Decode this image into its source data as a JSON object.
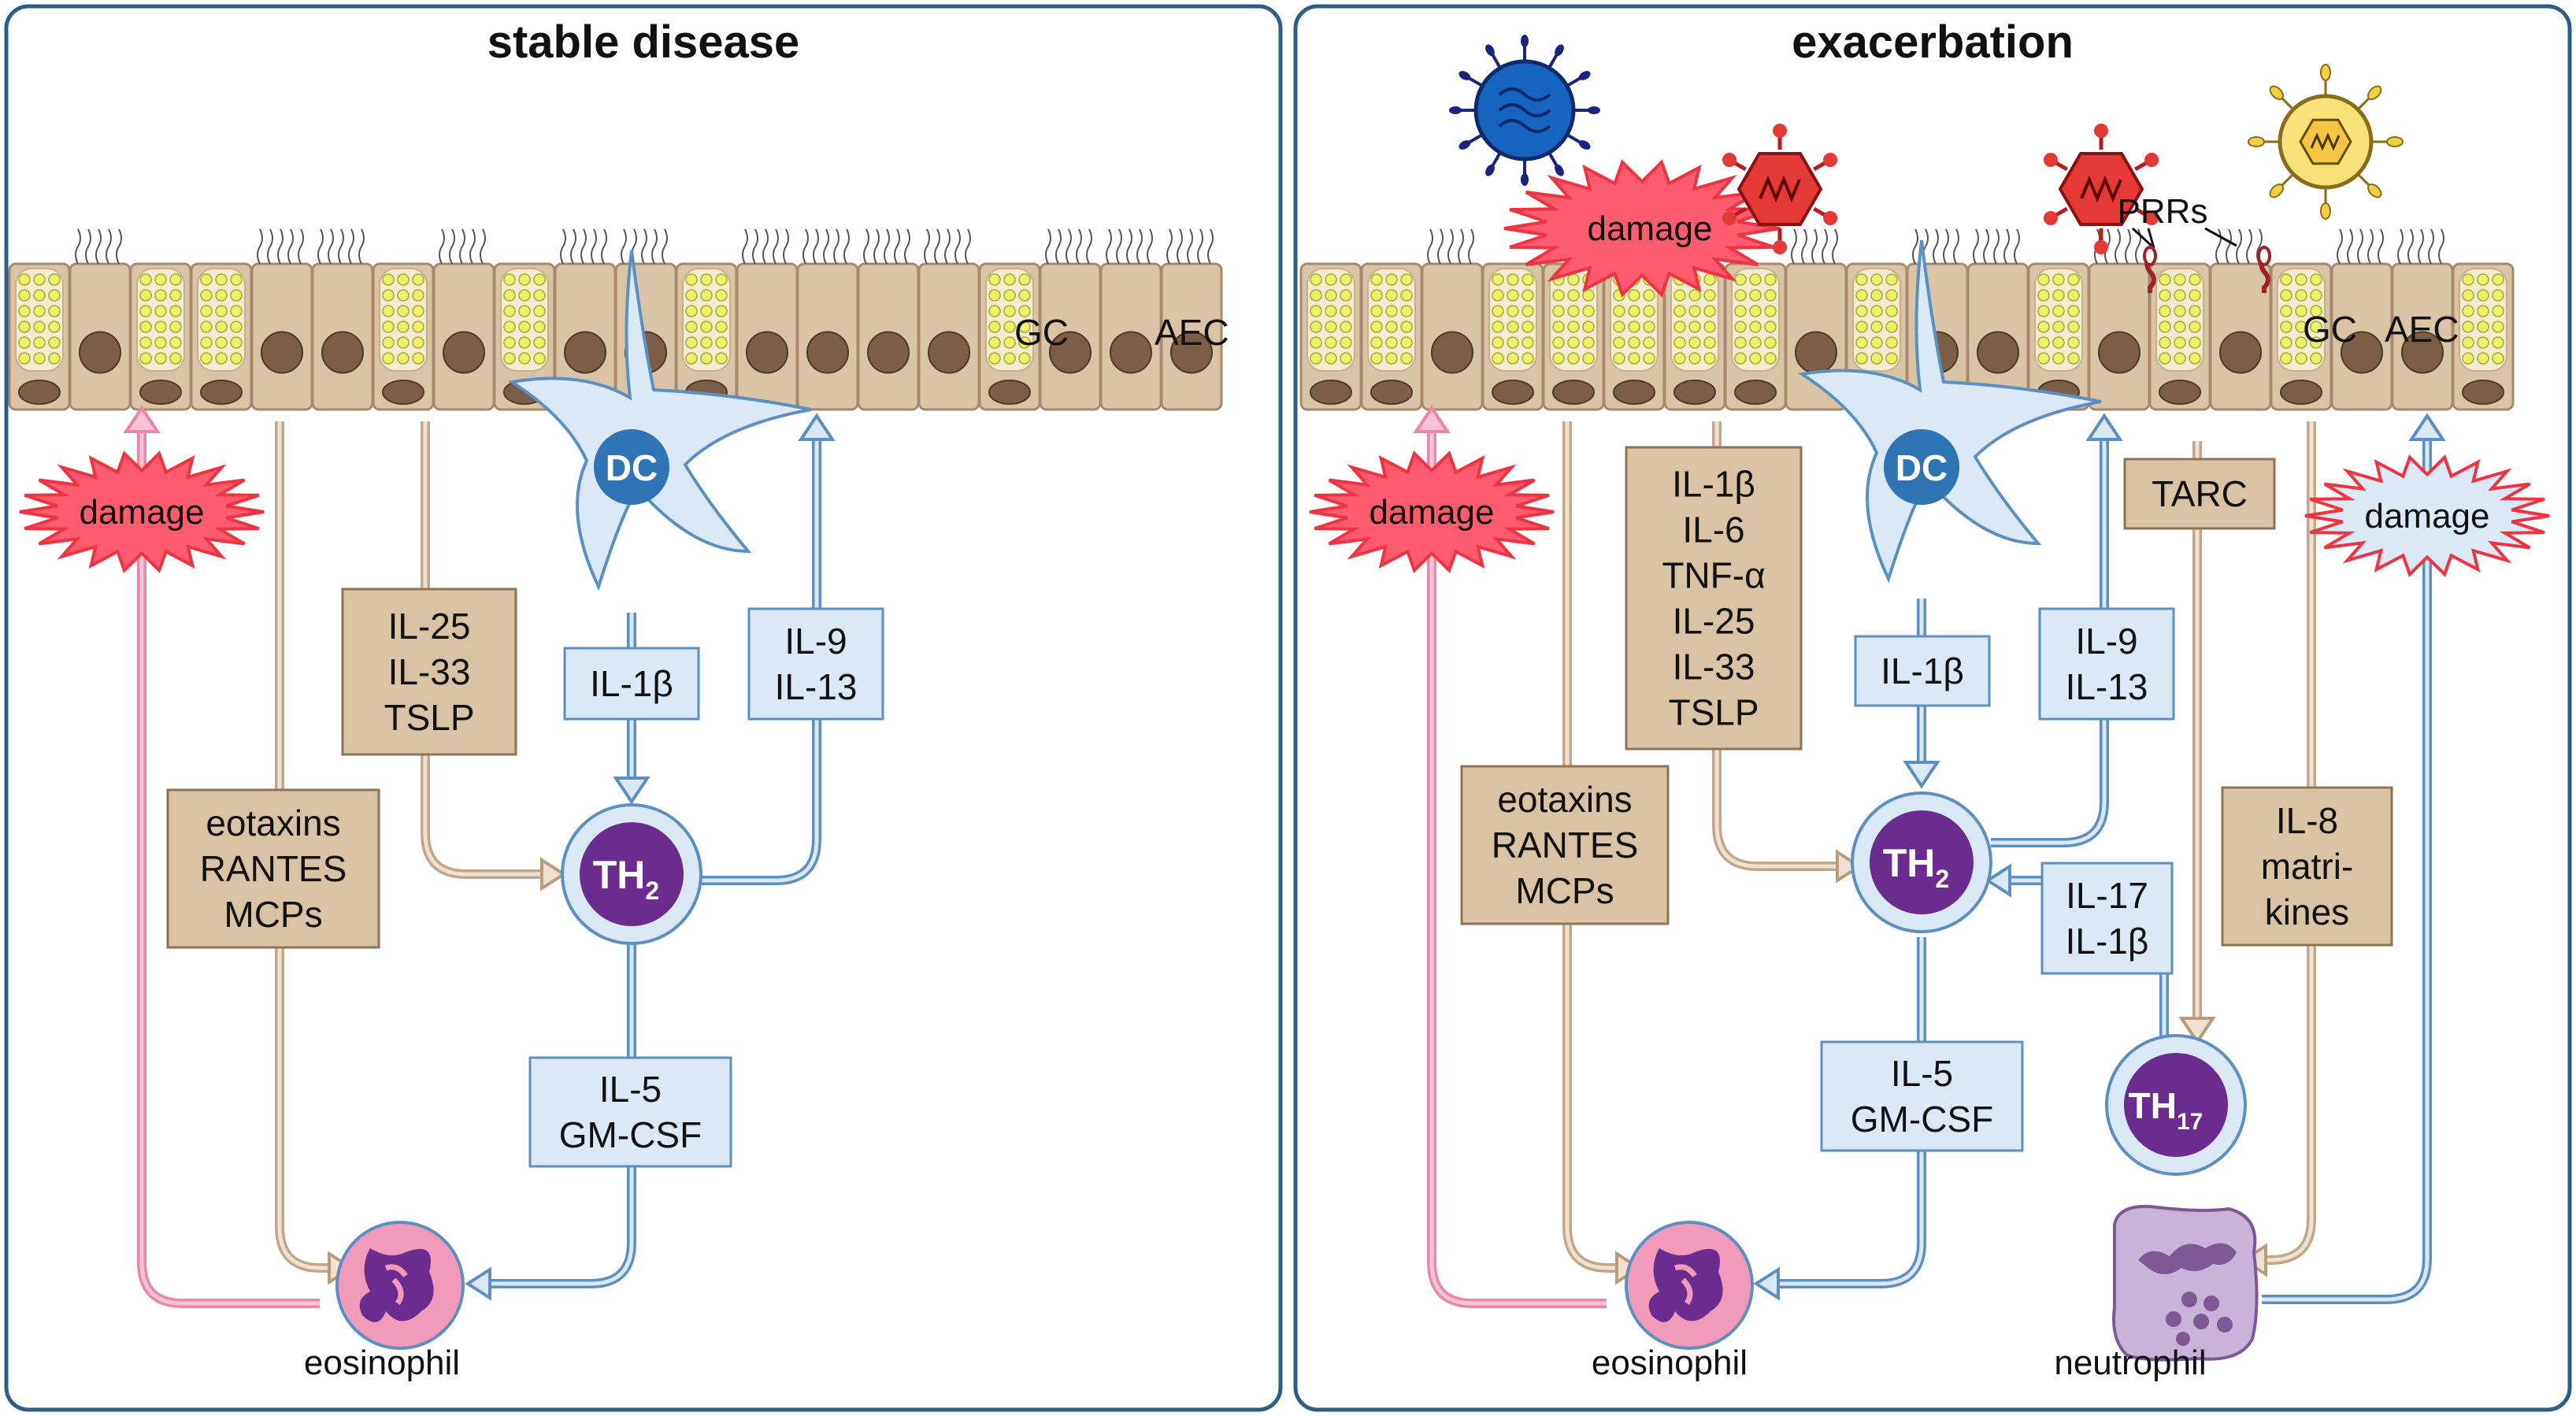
{
  "panels": [
    {
      "title": "stable disease"
    },
    {
      "title": "exacerbation"
    }
  ],
  "labels": {
    "damage": "damage",
    "gc": "GC",
    "aec": "AEC",
    "dc": "DC",
    "th2_main": "TH",
    "th2_sub": "2",
    "th17_main": "TH",
    "th17_sub": "17",
    "eosinophil": "eosinophil",
    "neutrophil": "neutrophil",
    "prrs": "PRRs"
  },
  "boxes": {
    "left_il25": [
      "IL-25",
      "IL-33",
      "TSLP"
    ],
    "left_il1b": [
      "IL-1β"
    ],
    "left_il9": [
      "IL-9",
      "IL-13"
    ],
    "left_eotaxins": [
      "eotaxins",
      "RANTES",
      "MCPs"
    ],
    "left_il5": [
      "IL-5",
      "GM-CSF"
    ],
    "right_il1b_list": [
      "IL-1β",
      "IL-6",
      "TNF-α",
      "IL-25",
      "IL-33",
      "TSLP"
    ],
    "right_il1b": [
      "IL-1β"
    ],
    "right_il9": [
      "IL-9",
      "IL-13"
    ],
    "right_tarc": [
      "TARC"
    ],
    "right_eotaxins": [
      "eotaxins",
      "RANTES",
      "MCPs"
    ],
    "right_il17": [
      "IL-17",
      "IL-1β"
    ],
    "right_il5": [
      "IL-5",
      "GM-CSF"
    ],
    "right_il8": [
      "IL-8",
      "matri-",
      "kines"
    ]
  },
  "colors": {
    "panel_border": "#2e5d8a",
    "tan_box": "#d8c3a5",
    "tan_arrow": "#c2a88a",
    "blue_box": "#dbe9f6",
    "blue_stroke": "#5c8fc2",
    "pink": "#ec86a8",
    "purple": "#6a2c8f",
    "damage_red": "#ef3340",
    "damage_fill": "#ff5b6e"
  }
}
